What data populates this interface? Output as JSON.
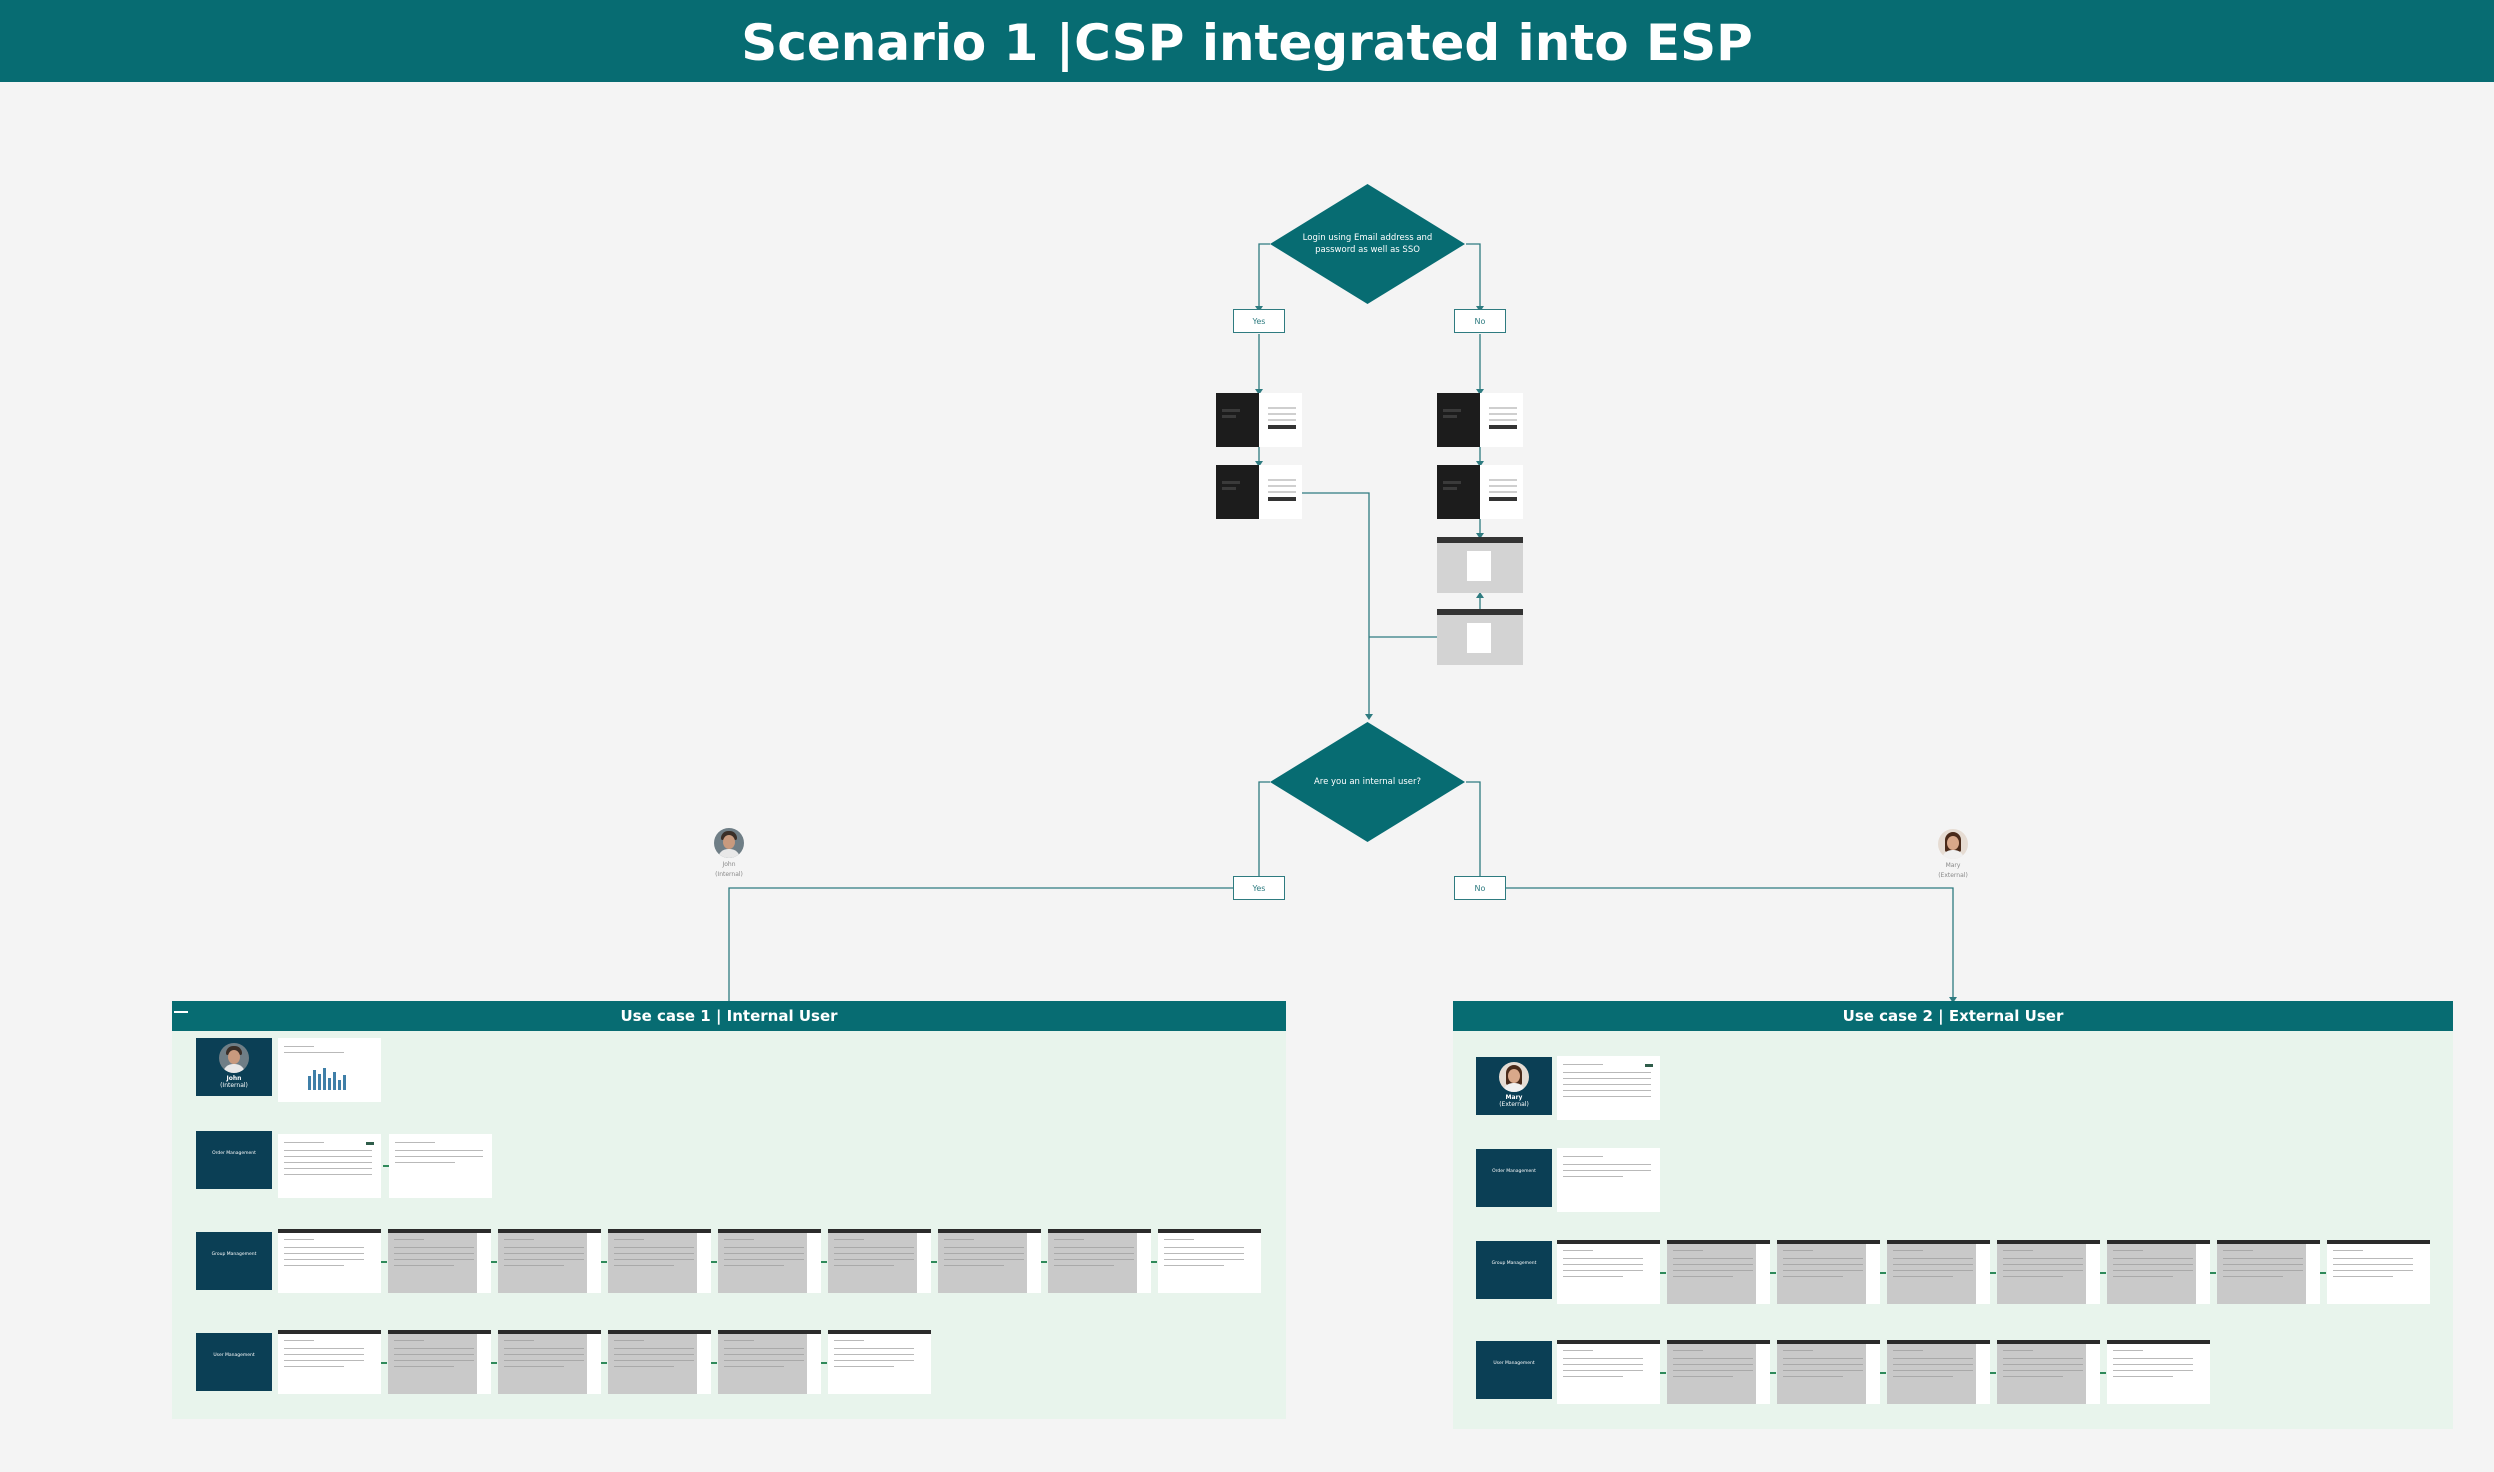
{
  "title": "Scenario 1 |CSP integrated into ESP",
  "decisions": {
    "login": "Login using Email address and password as well as SSO",
    "internal": "Are you an internal user?"
  },
  "branches": {
    "yes": "Yes",
    "no": "No"
  },
  "personas": {
    "internal_name": "John",
    "internal_role": "(Internal)",
    "external_name": "Mary",
    "external_role": "(External)"
  },
  "use_cases": {
    "internal_title": "Use case 1 | Internal User",
    "external_title": "Use case 2 | External User"
  },
  "flows": {
    "order": "Order Management",
    "group": "Group Management",
    "user": "User Management"
  },
  "colors": {
    "header": "#076c72",
    "panel": "#e8f4ec",
    "label_card": "#0b3f55",
    "connector": "#2e7b80"
  }
}
